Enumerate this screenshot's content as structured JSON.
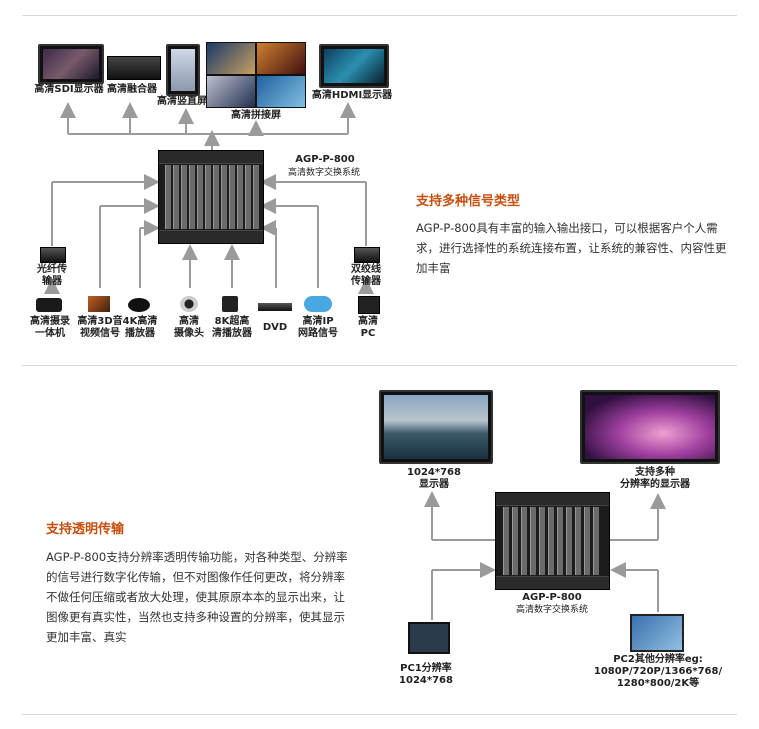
{
  "section1": {
    "outputs": {
      "sdi": "高清SDI显示器",
      "fusion": "高清融合器",
      "vertical": "高清竖直屏",
      "splice": "高清拼接屏",
      "hdmi": "高清HDMI显示器"
    },
    "device": {
      "model": "AGP-P-800",
      "name": "高清数字交换系统"
    },
    "transmitters": {
      "fiber": "光纤传\n输器",
      "twisted": "双绞线\n传输器"
    },
    "inputs": {
      "camcorder": "高清摄录\n一体机",
      "video3d": "高清3D音\n视频信号",
      "player4k": "4K高清\n播放器",
      "camera": "高清\n摄像头",
      "player8k": "8K超高\n清播放器",
      "dvd": "DVD",
      "ip": "高清IP\n网路信号",
      "pc": "高清\nPC"
    },
    "feature": {
      "title": "支持多种信号类型",
      "text": "AGP-P-800具有丰富的输入输出接口，可以根据客户个人需求，进行选择性的系统连接布置，让系统的兼容性、内容性更加丰富"
    },
    "dvd_text": "DVD"
  },
  "section2": {
    "feature": {
      "title": "支持透明传输",
      "text": "AGP-P-800支持分辨率透明传输功能，对各种类型、分辨率的信号进行数字化传输，但不对图像作任何更改，将分辨率不做任何压缩或者放大处理，使其原原本本的显示出来，让图像更有真实性，当然也支持多种设置的分辨率，使其显示更加丰富、真实"
    },
    "display_left": "1024*768\n显示器",
    "display_right": "支持多种\n分辨率的显示器",
    "device": {
      "model": "AGP-P-800",
      "name": "高清数字交换系统"
    },
    "pc1": "PC1分辨率\n1024*768",
    "pc2": "PC2其他分辨率eg:\n1080P/720P/1366*768/\n1280*800/2K等"
  },
  "colors": {
    "accent": "#c4500f",
    "arrow": "#9a9a9a",
    "divider": "#d9d9d9"
  }
}
